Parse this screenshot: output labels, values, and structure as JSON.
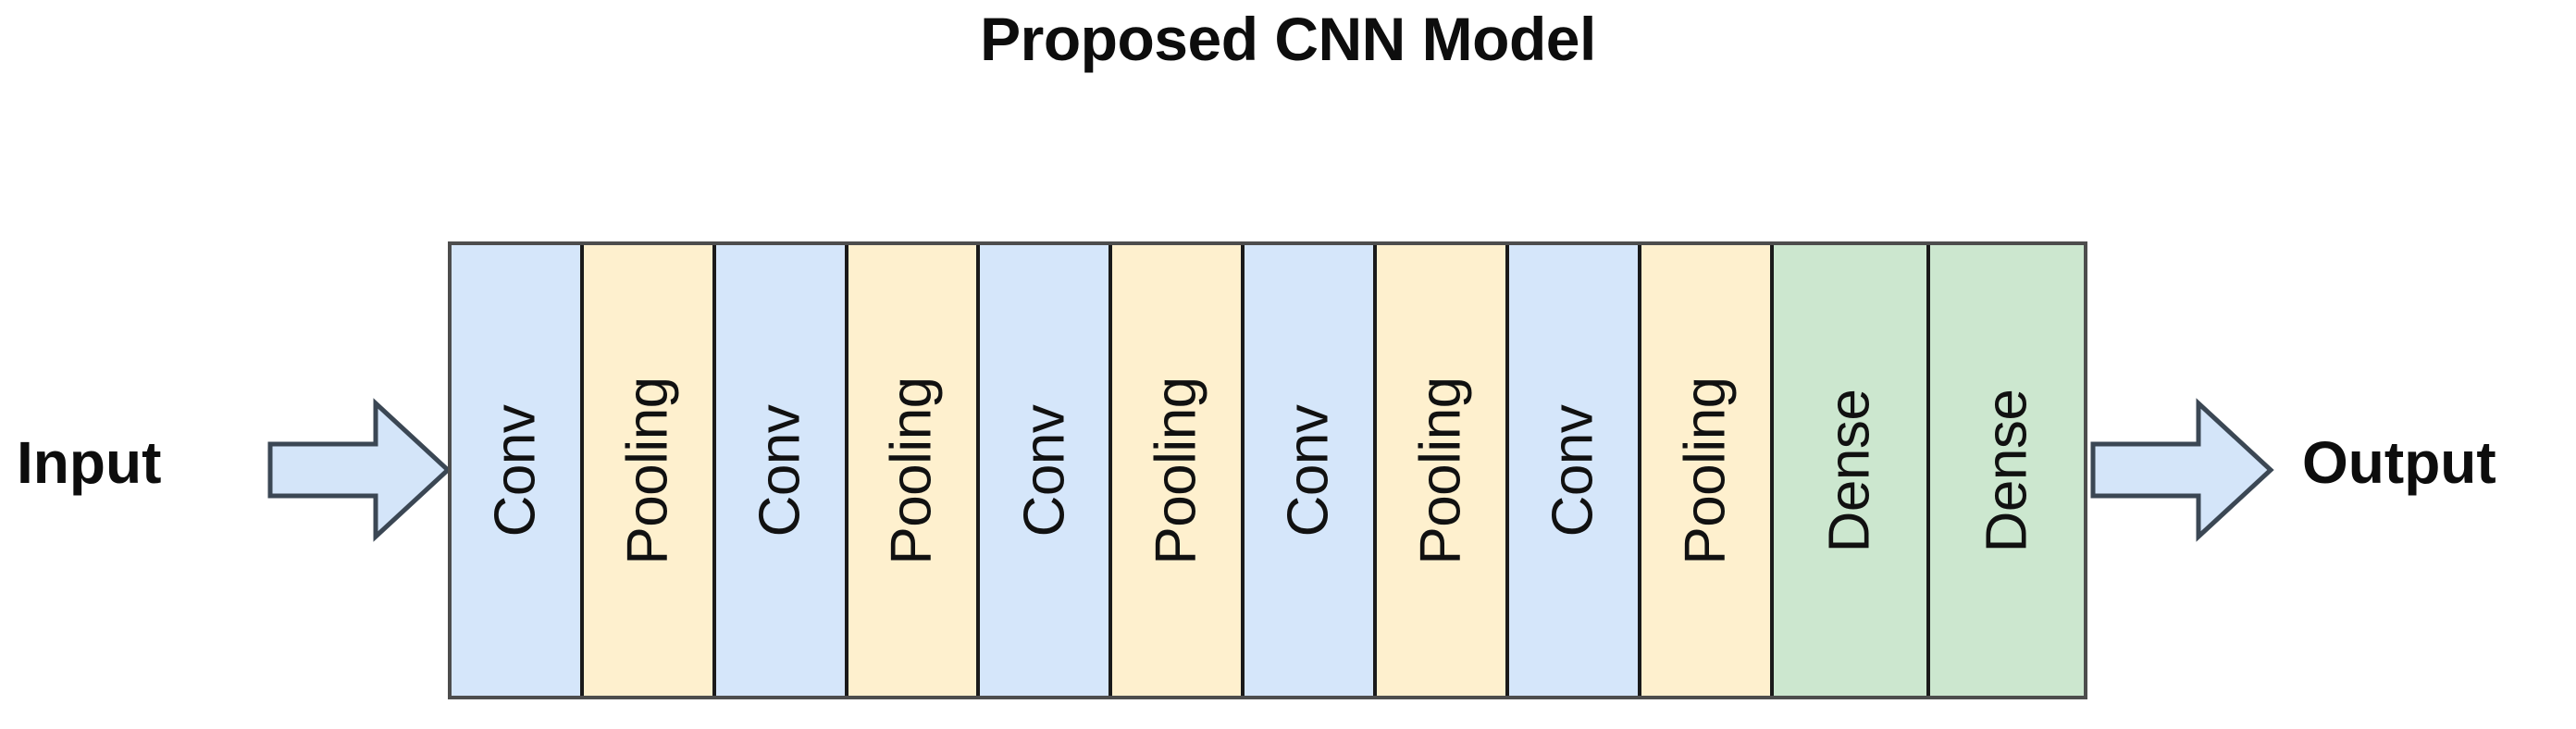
{
  "diagram": {
    "title": "Proposed CNN Model",
    "input_label": "Input",
    "output_label": "Output",
    "input_arrow_icon": "right-block-arrow-icon",
    "output_arrow_icon": "right-block-arrow-icon",
    "colors": {
      "conv_fill": "#d5e6fa",
      "pooling_fill": "#fef0ce",
      "dense_fill": "#cce7cf",
      "arrow_fill": "#d4e5f9",
      "arrow_stroke": "#5f6f80",
      "block_border": "#1a1a1a",
      "container_border": "#4d4d4d",
      "text": "#0d0d0d",
      "background": "#ffffff"
    },
    "layers": [
      {
        "label": "Conv",
        "type": "conv"
      },
      {
        "label": "Pooling",
        "type": "pooling"
      },
      {
        "label": "Conv",
        "type": "conv"
      },
      {
        "label": "Pooling",
        "type": "pooling"
      },
      {
        "label": "Conv",
        "type": "conv"
      },
      {
        "label": "Pooling",
        "type": "pooling"
      },
      {
        "label": "Conv",
        "type": "conv"
      },
      {
        "label": "Pooling",
        "type": "pooling"
      },
      {
        "label": "Conv",
        "type": "conv"
      },
      {
        "label": "Pooling",
        "type": "pooling"
      },
      {
        "label": "Dense",
        "type": "dense"
      },
      {
        "label": "Dense",
        "type": "dense"
      }
    ]
  }
}
